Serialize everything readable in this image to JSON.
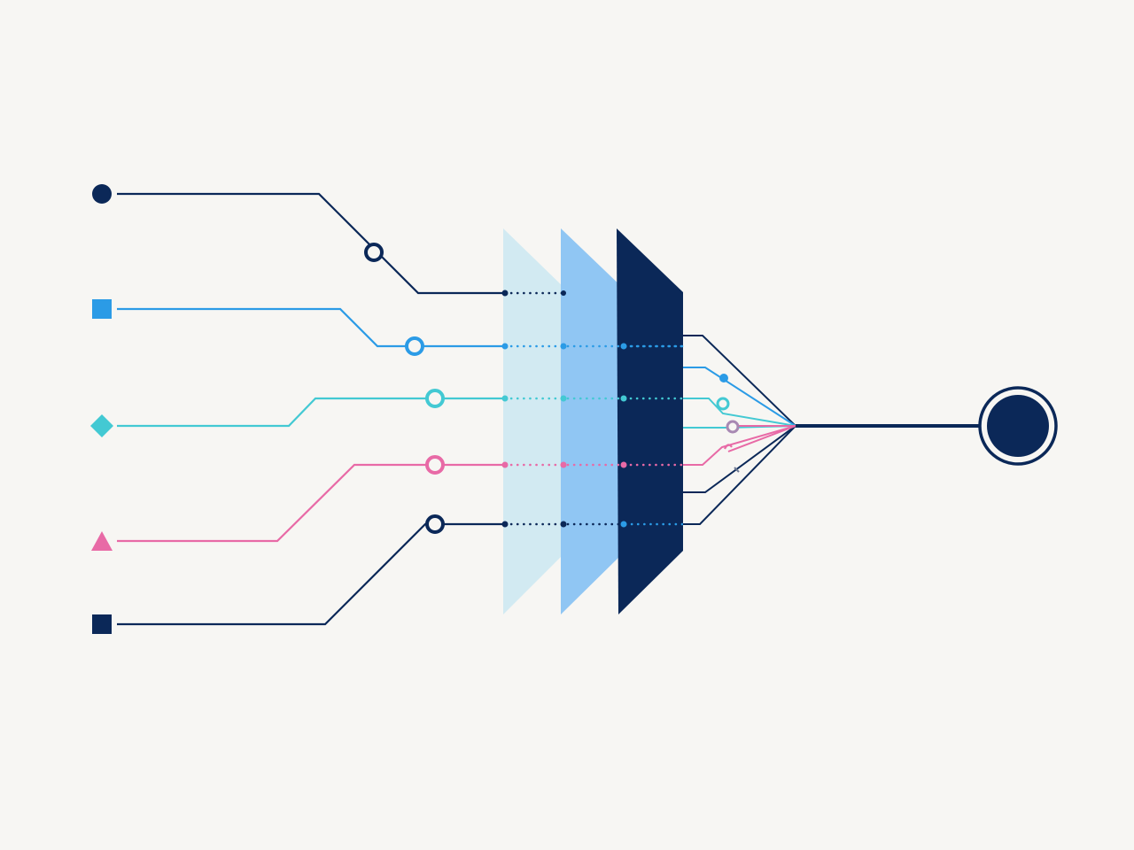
{
  "colors": {
    "background": "#f7f6f3",
    "navy": "#0b2858",
    "blue": "#2b9be6",
    "cyan": "#43c9d3",
    "pink": "#e86aa6",
    "panel_light": "#cde9f2",
    "panel_mid": "#90c6f3",
    "panel_dark": "#0b2858",
    "mauve": "#a889b3"
  },
  "inputs": [
    {
      "shape": "circle",
      "color": "navy"
    },
    {
      "shape": "square",
      "color": "blue"
    },
    {
      "shape": "diamond",
      "color": "cyan"
    },
    {
      "shape": "triangle",
      "color": "pink"
    },
    {
      "shape": "square",
      "color": "navy"
    }
  ],
  "layers": [
    {
      "name": "layer-1",
      "color": "panel_light"
    },
    {
      "name": "layer-2",
      "color": "panel_mid"
    },
    {
      "name": "layer-3",
      "color": "panel_dark"
    }
  ],
  "output": {
    "shape": "ringed-circle",
    "color": "navy"
  }
}
